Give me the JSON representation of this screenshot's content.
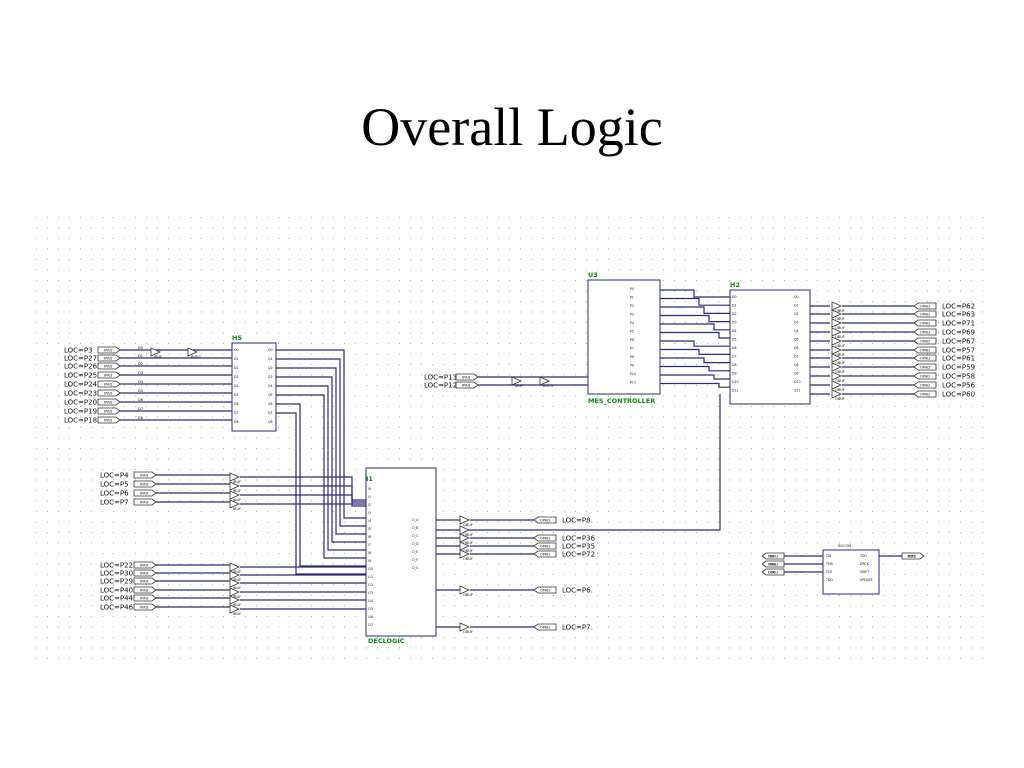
{
  "title": "Overall Logic",
  "components": {
    "h5": "H5",
    "u3": "U3",
    "h2": "H2",
    "i1": "I1",
    "u3_sub": "MES_CONTROLLER",
    "i1_sub": "DECLOGIC",
    "sr": "SGCON"
  },
  "left_top_locs": [
    "LOC=P3",
    "LOC=P27",
    "LOC=P26",
    "LOC=P25",
    "LOC=P24",
    "LOC=P23",
    "LOC=P20",
    "LOC=P19",
    "LOC=P18"
  ],
  "mid_locs": [
    "LOC=P4",
    "LOC=P5",
    "LOC=P6",
    "LOC=P7"
  ],
  "bot_locs": [
    "LOC=P22",
    "LOC=P30",
    "LOC=P29",
    "LOC=P40",
    "LOC=P44",
    "LOC=P46"
  ],
  "u3_in_locs": [
    "LOC=P13",
    "LOC=P12"
  ],
  "right_locs": [
    "LOC=P62",
    "LOC=P63",
    "LOC=P71",
    "LOC=P69",
    "LOC=P67",
    "LOC=P57",
    "LOC=P61",
    "LOC=P59",
    "LOC=P58",
    "LOC=P56",
    "LOC=P60"
  ],
  "i1_out_locs": [
    "LOC=P8.",
    "LOC=P36",
    "LOC=P35",
    "LOC=P72",
    "LOC=P6.",
    "LOC=P7."
  ],
  "part_tag": "IPAD",
  "out_tag": "OPAD",
  "buf_tag": "IBUF",
  "obuf_tag": "OBUF",
  "bufg_tag": "BUFG",
  "sr_ports_left": [
    "TDI",
    "TMS",
    "CLK"
  ],
  "sr_out": "TDO"
}
